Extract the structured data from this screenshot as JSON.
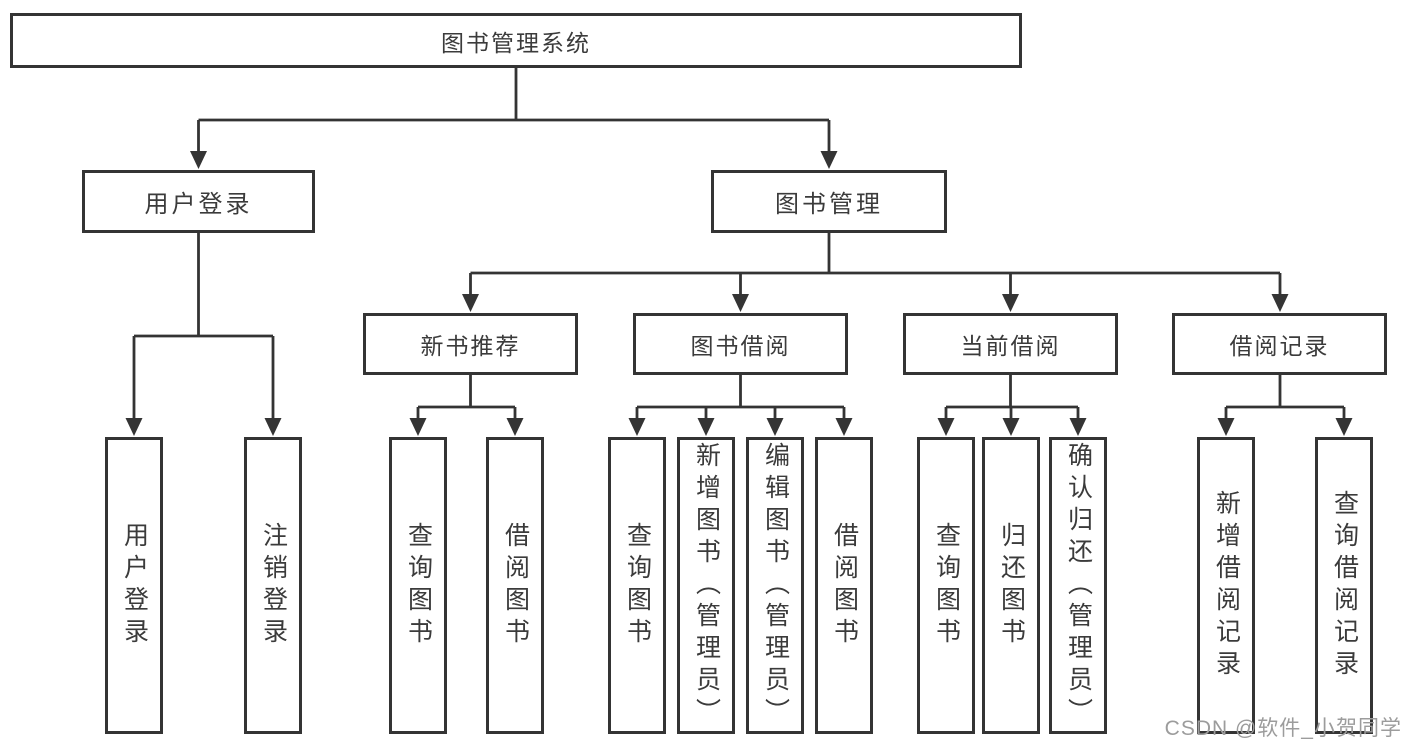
{
  "diagram": {
    "title": "图书管理系统",
    "level2": [
      {
        "label": "用户登录"
      },
      {
        "label": "图书管理"
      }
    ],
    "level3": [
      {
        "label": "新书推荐"
      },
      {
        "label": "图书借阅"
      },
      {
        "label": "当前借阅"
      },
      {
        "label": "借阅记录"
      }
    ],
    "leaves": [
      {
        "label": "用户登录"
      },
      {
        "label": "注销登录"
      },
      {
        "label": "查询图书"
      },
      {
        "label": "借阅图书"
      },
      {
        "label": "查询图书"
      },
      {
        "label": "新增图书（管理员）"
      },
      {
        "label": "编辑图书（管理员）"
      },
      {
        "label": "借阅图书"
      },
      {
        "label": "查询图书"
      },
      {
        "label": "归还图书"
      },
      {
        "label": "确认归还（管理员）"
      },
      {
        "label": "新增借阅记录"
      },
      {
        "label": "查询借阅记录"
      }
    ],
    "watermark": "CSDN @软件_小贺同学",
    "colors": {
      "line": "#343434",
      "text": "#3b3b3b",
      "watermark": "#9c9c9c",
      "background": "#ffffff"
    }
  }
}
